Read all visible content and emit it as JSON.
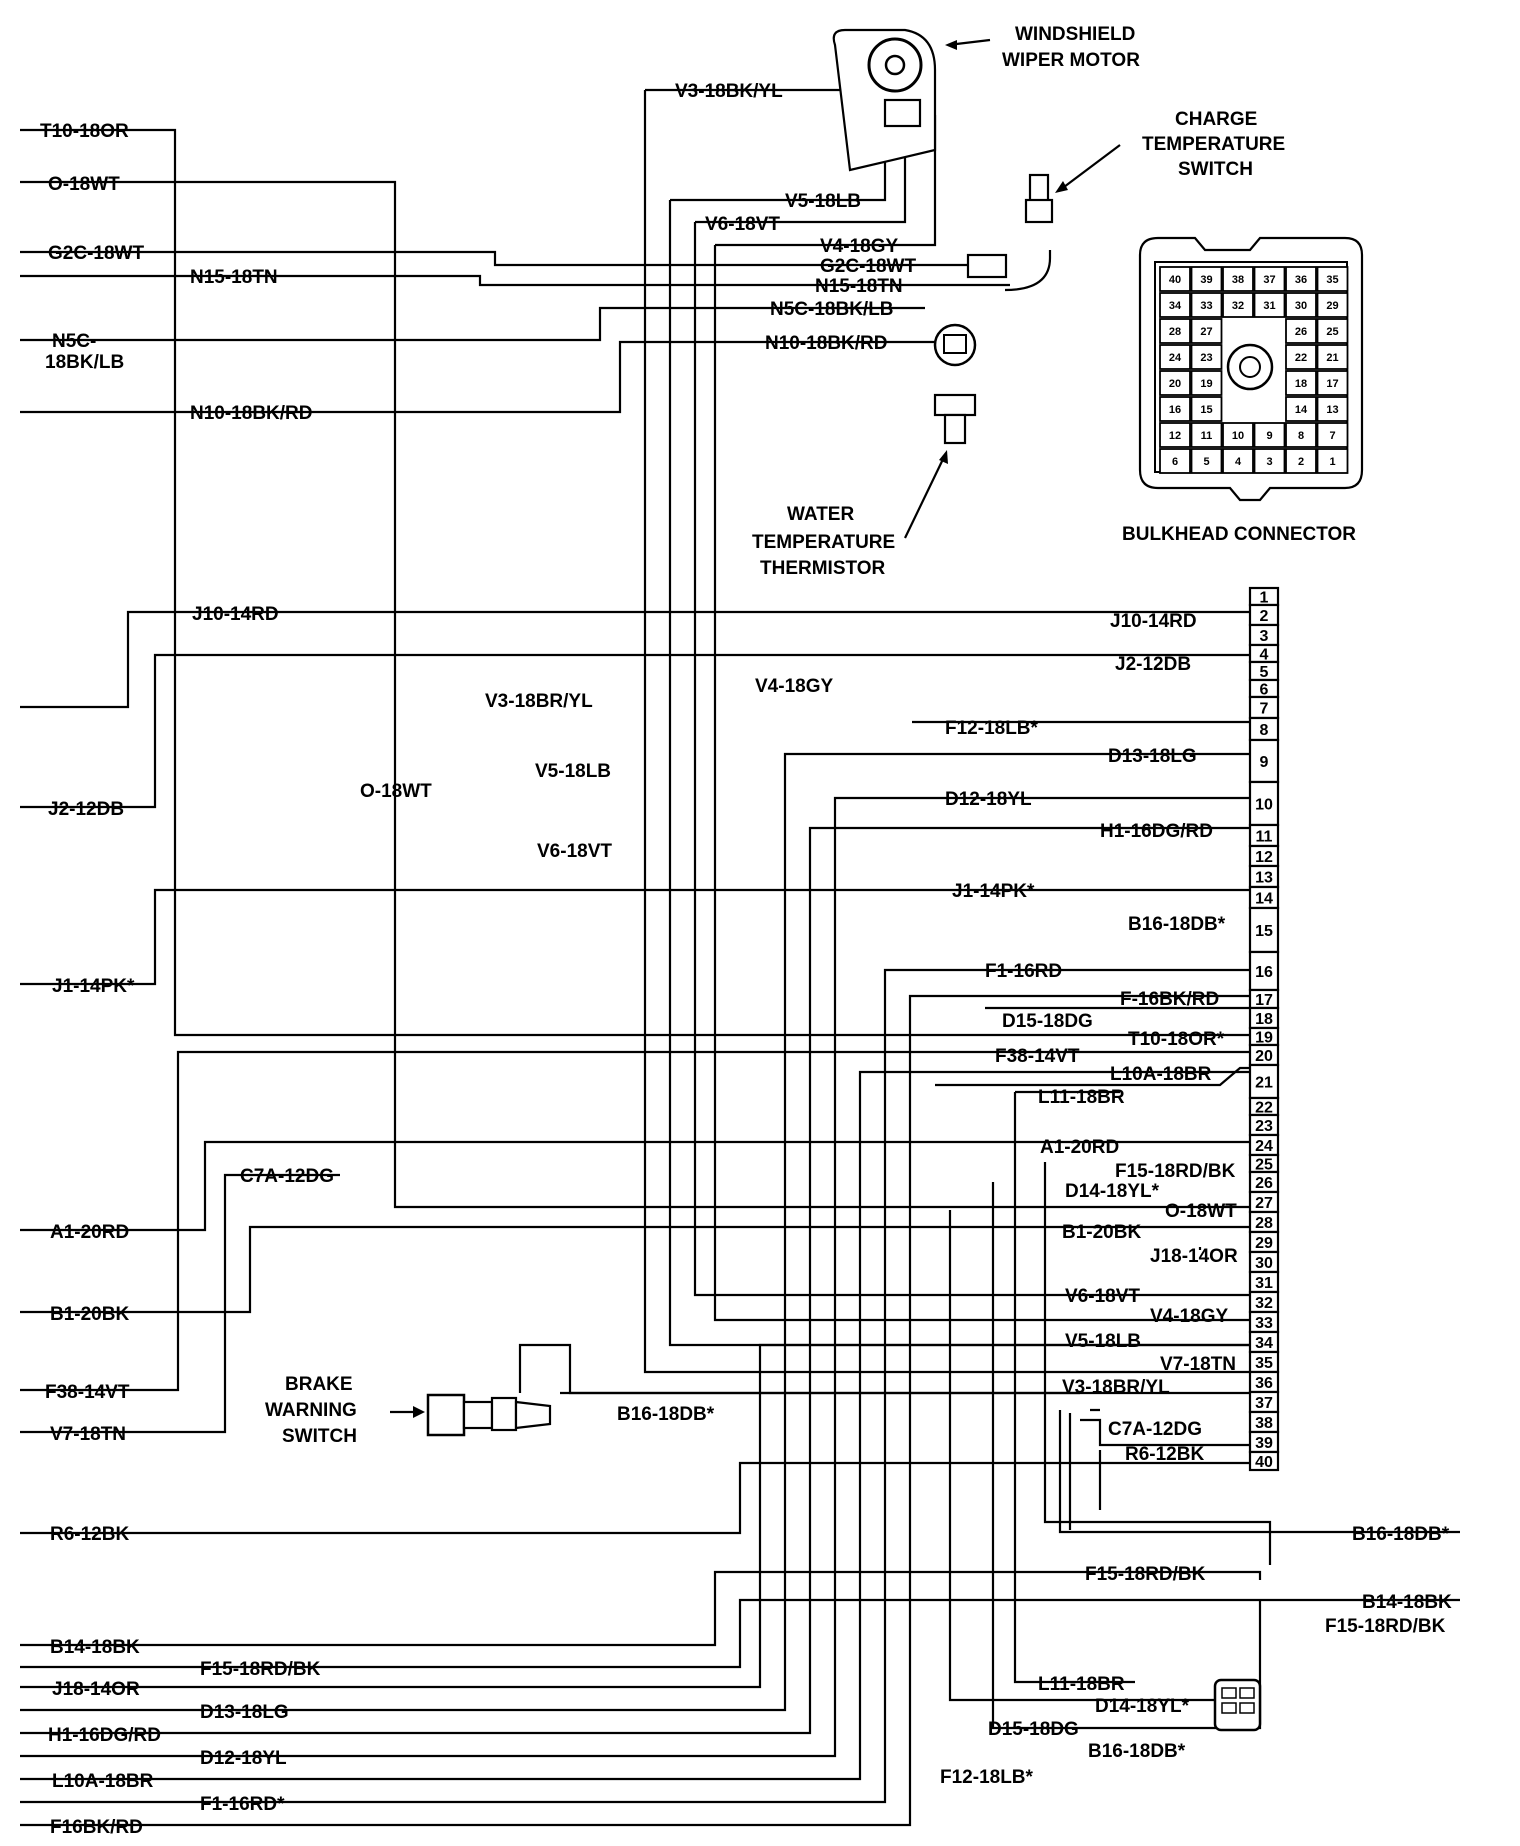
{
  "left_labels": [
    {
      "id": "l-t10",
      "text": "T10-18OR"
    },
    {
      "id": "l-o18",
      "text": "O-18WT"
    },
    {
      "id": "l-g2c",
      "text": "G2C-18WT"
    },
    {
      "id": "l-n15",
      "text": "N15-18TN"
    },
    {
      "id": "l-n5c1",
      "text": "N5C-"
    },
    {
      "id": "l-n5c2",
      "text": "18BK/LB"
    },
    {
      "id": "l-n10",
      "text": "N10-18BK/RD"
    },
    {
      "id": "l-j10",
      "text": "J10-14RD"
    },
    {
      "id": "l-j2",
      "text": "J2-12DB"
    },
    {
      "id": "l-j1",
      "text": "J1-14PK*"
    },
    {
      "id": "l-c7a",
      "text": "C7A-12DG"
    },
    {
      "id": "l-a1",
      "text": "A1-20RD"
    },
    {
      "id": "l-b1",
      "text": "B1-20BK"
    },
    {
      "id": "l-f38",
      "text": "F38-14VT"
    },
    {
      "id": "l-v7",
      "text": "V7-18TN"
    },
    {
      "id": "l-r6",
      "text": "R6-12BK"
    },
    {
      "id": "l-b14",
      "text": "B14-18BK"
    },
    {
      "id": "l-f15",
      "text": "F15-18RD/BK"
    },
    {
      "id": "l-j18",
      "text": "J18-14OR"
    },
    {
      "id": "l-d13",
      "text": "D13-18LG"
    },
    {
      "id": "l-h1",
      "text": "H1-16DG/RD"
    },
    {
      "id": "l-d12",
      "text": "D12-18YL"
    },
    {
      "id": "l-l10a",
      "text": "L10A-18BR"
    },
    {
      "id": "l-f1",
      "text": "F1-16RD*"
    },
    {
      "id": "l-f16",
      "text": "F16BK/RD"
    }
  ],
  "top_labels": [
    {
      "id": "t-v3",
      "text": "V3-18BK/YL"
    },
    {
      "id": "t-v5",
      "text": "V5-18LB"
    },
    {
      "id": "t-v6",
      "text": "V6-18VT"
    },
    {
      "id": "t-v4",
      "text": "V4-18GY"
    },
    {
      "id": "t-g2c",
      "text": "G2C-18WT"
    },
    {
      "id": "t-n15",
      "text": "N15-18TN"
    },
    {
      "id": "t-n5c",
      "text": "N5C-18BK/LB"
    },
    {
      "id": "t-n10",
      "text": "N10-18BK/RD"
    }
  ],
  "mid_labels": [
    {
      "id": "m-v3",
      "text": "V3-18BR/YL"
    },
    {
      "id": "m-v4",
      "text": "V4-18GY"
    },
    {
      "id": "m-v5",
      "text": "V5-18LB"
    },
    {
      "id": "m-o18",
      "text": "O-18WT"
    },
    {
      "id": "m-v6",
      "text": "V6-18VT"
    }
  ],
  "pin_labels": [
    {
      "id": "p-j10",
      "text": "J10-14RD"
    },
    {
      "id": "p-j2",
      "text": "J2-12DB"
    },
    {
      "id": "p-f12",
      "text": "F12-18LB*"
    },
    {
      "id": "p-d13",
      "text": "D13-18LG"
    },
    {
      "id": "p-d12",
      "text": "D12-18YL"
    },
    {
      "id": "p-h1",
      "text": "H1-16DG/RD"
    },
    {
      "id": "p-j1",
      "text": "J1-14PK*"
    },
    {
      "id": "p-b16",
      "text": "B16-18DB*"
    },
    {
      "id": "p-f1",
      "text": "F1-16RD"
    },
    {
      "id": "p-f16",
      "text": "F-16BK/RD"
    },
    {
      "id": "p-d15",
      "text": "D15-18DG"
    },
    {
      "id": "p-t10",
      "text": "T10-18OR*"
    },
    {
      "id": "p-f38",
      "text": "F38-14VT"
    },
    {
      "id": "p-l10a",
      "text": "L10A-18BR"
    },
    {
      "id": "p-l11",
      "text": "L11-18BR"
    },
    {
      "id": "p-a1",
      "text": "A1-20RD"
    },
    {
      "id": "p-f15",
      "text": "F15-18RD/BK"
    },
    {
      "id": "p-d14",
      "text": "D14-18YL*"
    },
    {
      "id": "p-o18",
      "text": "O-18WT"
    },
    {
      "id": "p-b1",
      "text": "B1-20BK"
    },
    {
      "id": "p-j18",
      "text": "J18-14OR"
    },
    {
      "id": "p-v6",
      "text": "V6-18VT"
    },
    {
      "id": "p-v4",
      "text": "V4-18GY"
    },
    {
      "id": "p-v5",
      "text": "V5-18LB"
    },
    {
      "id": "p-v7",
      "text": "V7-18TN"
    },
    {
      "id": "p-v3",
      "text": "V3-18BR/YL"
    },
    {
      "id": "p-c7a",
      "text": "C7A-12DG"
    },
    {
      "id": "p-r6",
      "text": "R6-12BK"
    }
  ],
  "right_labels": [
    {
      "id": "r-b16",
      "text": "B16-18DB*"
    },
    {
      "id": "r-f15a",
      "text": "F15-18RD/BK"
    },
    {
      "id": "r-b14",
      "text": "B14-18BK"
    },
    {
      "id": "r-f15b",
      "text": "F15-18RD/BK"
    }
  ],
  "bottom_labels": [
    {
      "id": "b-l11",
      "text": "L11-18BR"
    },
    {
      "id": "b-d14",
      "text": "D14-18YL*"
    },
    {
      "id": "b-d15",
      "text": "D15-18DG"
    },
    {
      "id": "b-b16",
      "text": "B16-18DB*"
    },
    {
      "id": "b-f12",
      "text": "F12-18LB*"
    },
    {
      "id": "b-b16-brake",
      "text": "B16-18DB*"
    }
  ],
  "components": {
    "wiper_motor": [
      "WINDSHIELD",
      "WIPER MOTOR"
    ],
    "charge_temp": [
      "CHARGE",
      "TEMPERATURE",
      "SWITCH"
    ],
    "water_temp": [
      "WATER",
      "TEMPERATURE",
      "THERMISTOR"
    ],
    "bulkhead": "BULKHEAD CONNECTOR",
    "brake": [
      "BRAKE",
      "WARNING",
      "SWITCH"
    ]
  },
  "connector_pins": [
    "1",
    "2",
    "3",
    "4",
    "5",
    "6",
    "7",
    "8",
    "9",
    "10",
    "11",
    "12",
    "13",
    "14",
    "15",
    "16",
    "17",
    "18",
    "19",
    "20",
    "21",
    "22",
    "23",
    "24",
    "25",
    "26",
    "27",
    "28",
    "29",
    "30",
    "31",
    "32",
    "33",
    "34",
    "35",
    "36",
    "37",
    "38",
    "39",
    "40"
  ],
  "bulkhead_cells": [
    [
      "40",
      "39",
      "38",
      "37",
      "36",
      "35"
    ],
    [
      "34",
      "33",
      "32",
      "31",
      "30",
      "29"
    ],
    [
      "28",
      "27",
      "",
      "",
      "26",
      "25"
    ],
    [
      "24",
      "23",
      "",
      "",
      "22",
      "21"
    ],
    [
      "20",
      "19",
      "",
      "",
      "18",
      "17"
    ],
    [
      "16",
      "15",
      "",
      "",
      "14",
      "13"
    ],
    [
      "12",
      "11",
      "10",
      "9",
      "8",
      "7"
    ],
    [
      "6",
      "5",
      "4",
      "3",
      "2",
      "1"
    ]
  ]
}
